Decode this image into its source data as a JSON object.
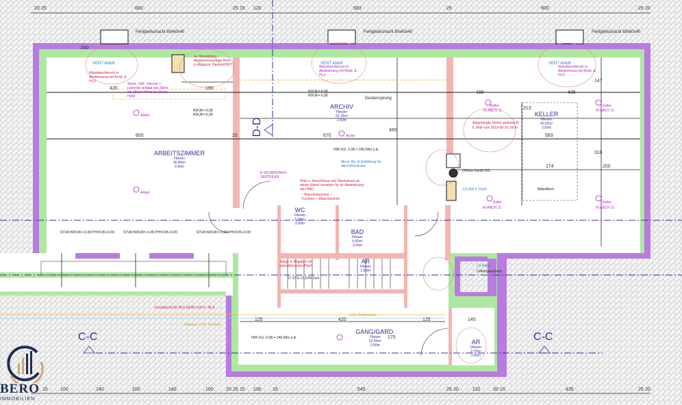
{
  "colors": {
    "outer_wall": "#b87be0",
    "insulation": "#aee8a0",
    "inner_wall": "#f2b6b0",
    "text_room": "#3a2a9a",
    "note_red": "#d0203a",
    "note_magenta": "#b020c0"
  },
  "dims_top": [
    "20",
    "25",
    "600",
    "25",
    "15",
    "120",
    "583",
    "25",
    "600",
    "25",
    "20"
  ],
  "dims_bottom": [
    "15",
    "100",
    "140",
    "100",
    "140",
    "100",
    "20",
    "25",
    "15",
    "100",
    "15",
    "545",
    "25",
    "20",
    "110",
    "20",
    "15",
    "435",
    "25",
    "20"
  ],
  "dims_inner": {
    "d240": "240",
    "d435a": "435",
    "d190": "190",
    "d600": "600",
    "d25": "25",
    "d670": "670",
    "d480": "480",
    "d165": "165",
    "d435b": "435",
    "d583": "583",
    "d174": "174",
    "d200": "200",
    "d316": "316",
    "d313": "313",
    "d147": "147",
    "d125a": "125",
    "d420": "420",
    "d125b": "125",
    "d145": "145",
    "d175": "175"
  },
  "rooms": {
    "arbeitszimmer": {
      "name": "ARBEITSZIMMER",
      "floor": "Fliesen",
      "area": "36,40m²",
      "height": "2,60m"
    },
    "archiv": {
      "name": "ARCHIV",
      "floor": "Fliesen",
      "area": "32,19m²",
      "height": "2,60m"
    },
    "keller": {
      "name": "KELLER",
      "floor": "Fliesen",
      "area": "26,52m²",
      "height": "2,60m"
    },
    "wc": {
      "name": "WC",
      "floor": "Fliesen",
      "area": "2,24m²",
      "height": "2,60m"
    },
    "bad": {
      "name": "BAD",
      "floor": "Fliesen",
      "area": "5,60m²",
      "height": "2,60m"
    },
    "ar1": {
      "name": "AR",
      "floor": "Fliesen",
      "area": "1,63m²"
    },
    "gang": {
      "name": "GANG/GARD.",
      "floor": "Fliesen",
      "area": "22,00m²",
      "height": "2,60m"
    },
    "ar2": {
      "name": "AR",
      "floor": "Fliesen",
      "area": "2,75m²",
      "height": "2,60m"
    }
  },
  "sections": {
    "dd": "D-D",
    "cc_left": "C-C",
    "cc_right": "C-C"
  },
  "notes": {
    "schacht1": "Fertigteilschacht 80x60x40",
    "schacht2": "Fertigteilschacht 80x60x40",
    "schacht3": "Fertigteilschacht 80x60x40",
    "vent1": "VENT Abluft",
    "vent2": "VENT Abluft",
    "vent3": "VENT Abluft",
    "wanddurch1": "Wanddurchbruch in Abstimmung mit Bmst. & HLS",
    "wanddurch2": "Wanddurchbruch in Abstimmung mit Bmst. & HLS",
    "wanddurch3": "Wanddurchbruch in Abstimmung mit Bmst. & HLS",
    "herstellung": "ev. Herstellung Abgasmessanlage-Rohr in Abgasstr. Bauherr/HHT",
    "strom": "Strom, SAT, Internet + Leerrohr vertikal von 30cm bis 150cm Höhe für Strom, HDM",
    "rdok1": "RDOK=-0,58",
    "rdok2": "RDUK=-0,38",
    "deckensprung": "Deckensprung",
    "esich": "E-SICHERUNGS VERTEILER",
    "platz": "Platz u. Anschlüsse und Steckdosen an dieser Wand vorsehen für (in Abstimmung mit HHE)",
    "geraete": "– Waschmaschine – Trockner – Waschbecken",
    "mech": "Mech. Be- & Entlüftung für alle Kellerräume",
    "fbk1": "FBK KG -2,98 = 240,08m ü.A.",
    "fbk2": "FBK KG -2,98 = 240,08m ü.A.",
    "abgehaengt": "Abgehängte Decke gewünscht lt. Mail vom 2019-08-16 10cm",
    "kamin": "Offener Kamin EG",
    "billard": "Billardtisch",
    "lwsw": "LÜ-SW ü. Dach",
    "stiege": "Stiege lt. Angaben für aufzuführenden Plan!",
    "stg": "17 STG 17,5/26,1cm",
    "durchbruch_hls": "Durchbruch für HLS 20/40 LUFT f. HLS",
    "unter_bodenplatte": "Unter Bodenplatte",
    "lueftungsschacht": "Lüftungsschacht",
    "lu_keller": "LÜ-Keller",
    "vorbereitung": "Vorbereit. STG- Fluchtw.",
    "stufen": "STUK=RDUK=-0,38 PH=FOK+0,00",
    "arbeit": "Arbeit",
    "archiv_lamp": "Archiv",
    "keller_lamp": "Keller",
    "in_abch": "IN ABCH. D."
  },
  "logo": {
    "name": "BERO",
    "sub": "IMMOBILIEN"
  }
}
